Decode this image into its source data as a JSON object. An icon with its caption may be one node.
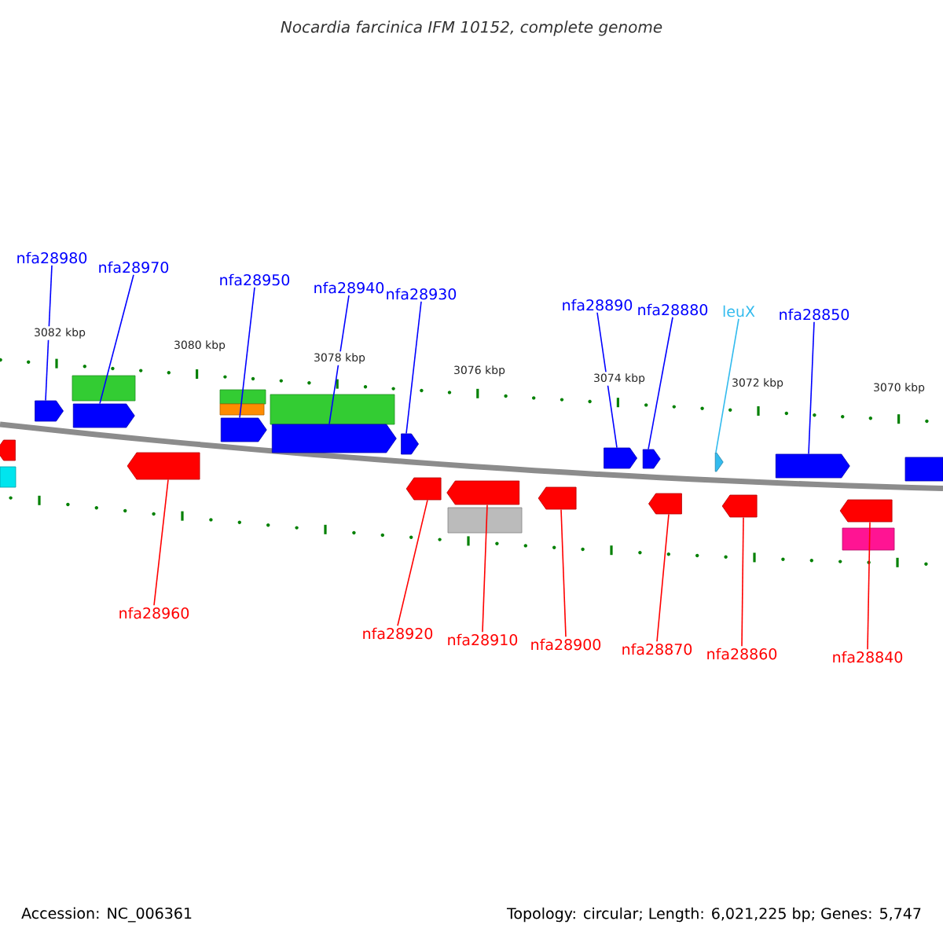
{
  "diagram": {
    "title": "Nocardia farcinica IFM 10152, complete genome",
    "nodes": [
      {
        "text": [
          "nfa28980"
        ]
      },
      {
        "text": [
          "nfa28970"
        ]
      },
      {
        "text": [
          "nfa28950"
        ]
      },
      {
        "text": [
          "nfa28940"
        ]
      },
      {
        "text": [
          "nfa28930"
        ]
      },
      {
        "text": [
          "nfa28890"
        ]
      },
      {
        "text": [
          "nfa28880"
        ]
      },
      {
        "text": [
          "leuX"
        ]
      },
      {
        "text": [
          "nfa28850"
        ]
      },
      {
        "text": [
          "nfa28960"
        ]
      },
      {
        "text": [
          "nfa28920"
        ]
      },
      {
        "text": [
          "nfa28910"
        ]
      },
      {
        "text": [
          "nfa28900"
        ]
      },
      {
        "text": [
          "nfa28870"
        ]
      },
      {
        "text": [
          "nfa28860"
        ]
      },
      {
        "text": [
          "nfa28840"
        ]
      },
      {
        "text": [],
        "shape": "arrow"
      },
      {
        "text": [],
        "shape": "bar"
      },
      {
        "text": [],
        "shape": "arrow"
      },
      {
        "text": [],
        "shape": "bar"
      },
      {
        "text": [],
        "shape": "arrow"
      },
      {
        "text": [],
        "shape": "arrow"
      },
      {
        "text": [],
        "shape": "bar"
      },
      {
        "text": [],
        "shape": "bar"
      },
      {
        "text": [],
        "shape": "arrow"
      },
      {
        "text": [],
        "shape": "bar"
      },
      {
        "text": [],
        "shape": "arrow"
      },
      {
        "text": [],
        "shape": "arrow"
      },
      {
        "text": [],
        "shape": "arrow"
      },
      {
        "text": [],
        "shape": "arrow"
      },
      {
        "text": [],
        "shape": "bar"
      },
      {
        "text": [],
        "shape": "arrow"
      },
      {
        "text": [],
        "shape": "arrow"
      },
      {
        "text": [],
        "shape": "arrow"
      },
      {
        "text": [],
        "shape": "arrow"
      },
      {
        "text": [],
        "shape": "arrow"
      },
      {
        "text": [],
        "shape": "arrow"
      },
      {
        "text": [],
        "shape": "arrow"
      },
      {
        "text": [],
        "shape": "arrow"
      },
      {
        "text": [],
        "shape": "bar"
      },
      {
        "text": [],
        "shape": "bar"
      }
    ],
    "edges": [
      {
        "from": 0,
        "to": 18,
        "arrow": "none",
        "color": "#0000ff"
      },
      {
        "from": 1,
        "to": 20,
        "arrow": "none",
        "color": "#0000ff"
      },
      {
        "from": 2,
        "to": 24,
        "arrow": "none",
        "color": "#0000ff"
      },
      {
        "from": 3,
        "to": 26,
        "arrow": "none",
        "color": "#0000ff"
      },
      {
        "from": 4,
        "to": 27,
        "arrow": "none",
        "color": "#0000ff"
      },
      {
        "from": 5,
        "to": 32,
        "arrow": "none",
        "color": "#0000ff"
      },
      {
        "from": 6,
        "to": 33,
        "arrow": "none",
        "color": "#0000ff"
      },
      {
        "from": 7,
        "to": 35,
        "arrow": "none",
        "color": "#33bbee"
      },
      {
        "from": 8,
        "to": 37,
        "arrow": "none",
        "color": "#0000ff"
      },
      {
        "from": 9,
        "to": 21,
        "arrow": "none",
        "color": "#ff0000"
      },
      {
        "from": 10,
        "to": 28,
        "arrow": "none",
        "color": "#ff0000"
      },
      {
        "from": 11,
        "to": 29,
        "arrow": "none",
        "color": "#ff0000"
      },
      {
        "from": 12,
        "to": 31,
        "arrow": "none",
        "color": "#ff0000"
      },
      {
        "from": 13,
        "to": 34,
        "arrow": "none",
        "color": "#ff0000"
      },
      {
        "from": 14,
        "to": 36,
        "arrow": "none",
        "color": "#ff0000"
      },
      {
        "from": 15,
        "to": 38,
        "arrow": "none",
        "color": "#ff0000"
      }
    ],
    "labels": [
      "3082 kbp",
      "3080 kbp",
      "3078 kbp",
      "3076 kbp",
      "3074 kbp",
      "3072 kbp",
      "3070 kbp",
      "Accession: NC_006361",
      "Topology: circular; Length: 6,021,225 bp; Genes: 5,747"
    ]
  }
}
